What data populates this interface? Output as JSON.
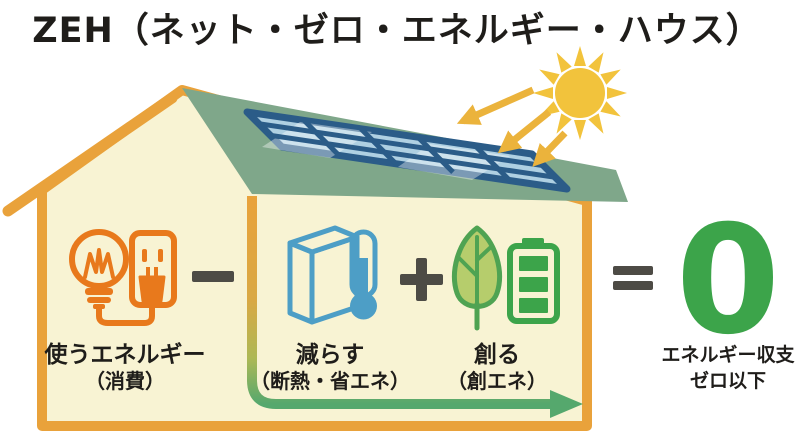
{
  "title": "ZEH（ネット・ゼロ・エネルギー・ハウス）",
  "formula": {
    "consume": {
      "label": "使うエネルギー",
      "sublabel": "（消費）",
      "icons": [
        "lightbulb-icon",
        "power-outlet-plug-icon"
      ]
    },
    "minus_operator": "−",
    "reduce": {
      "label": "減らす",
      "sublabel": "（断熱・省エネ）",
      "icons": [
        "insulation-panel-icon",
        "thermometer-icon"
      ]
    },
    "plus_operator": "＋",
    "create": {
      "label": "創る",
      "sublabel": "（創エネ）",
      "icons": [
        "leaf-icon",
        "battery-icon"
      ]
    },
    "equals_operator": "＝",
    "result": {
      "value": "0",
      "label_line1": "エネルギー収支",
      "label_line2": "ゼロ以下"
    }
  },
  "scene": {
    "house": "house-outline",
    "roof": "green-roof",
    "solar_panel": {
      "name": "solar-panel",
      "columns": 5,
      "rows": 3
    },
    "sun": "sun-icon",
    "sunlight_arrows": 3,
    "energy_flow": "energy-flow-arrow"
  },
  "colors": {
    "orange": "#E9A23B",
    "orange_icon": "#E8791C",
    "cream": "#F8F3D3",
    "roof_green": "#7FA78A",
    "panel_frame": "#2B5C88",
    "panel_cell": "#AFD0E2",
    "blue_icon": "#4D9EC6",
    "green": "#3CA44A",
    "leaf_fill": "#B6CD6C",
    "leaf_stroke": "#4FA352",
    "flow_green": "#55A86D",
    "dark_gray": "#4D4B45",
    "sun_yellow": "#F2C33C",
    "sun_arrow": "#EBB33C",
    "ink": "#1F1D1A",
    "background": "#FFFFFF"
  }
}
